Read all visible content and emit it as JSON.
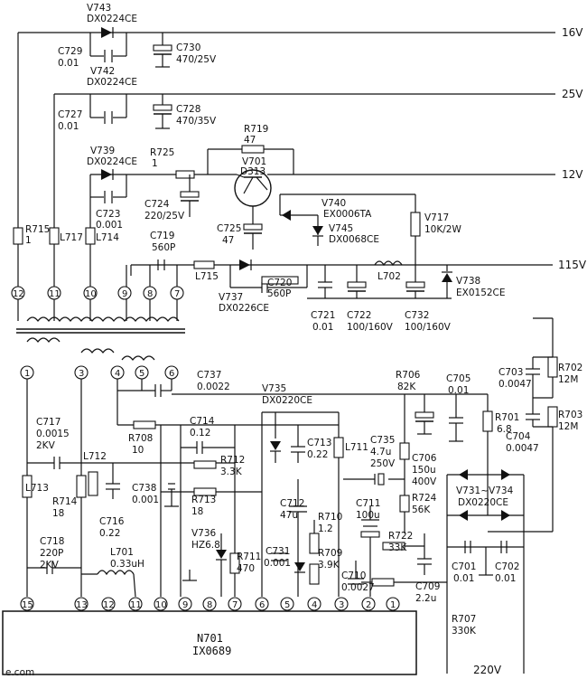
{
  "rails": {
    "v16": "16V",
    "v25": "25V",
    "v12": "12V",
    "v115": "115V",
    "mains": "220V"
  },
  "chip": {
    "ref": "N701",
    "part": "IX0689"
  },
  "transformer_pins": [
    "12",
    "11",
    "10",
    "9",
    "8",
    "7"
  ],
  "primary_pins": [
    "1",
    "3",
    "4",
    "5",
    "6"
  ],
  "ic_pins": [
    "15",
    "13",
    "12",
    "11",
    "10",
    "9",
    "8",
    "7",
    "6",
    "5",
    "4",
    "3",
    "2",
    "1"
  ],
  "labels": {
    "V743": "V743",
    "V743p": "DX0224CE",
    "C729": "C729",
    "C729v": "0.01",
    "C730": "C730",
    "C730v": "470/25V",
    "V742": "V742",
    "V742p": "DX0224CE",
    "C727": "C727",
    "C727v": "0.01",
    "C728": "C728",
    "C728v": "470/35V",
    "R719": "R719",
    "R719v": "47",
    "V701": "V701",
    "V701p": "D313",
    "V739": "V739",
    "V739p": "DX0224CE",
    "R725": "R725",
    "R725v": "1",
    "C724": "C724",
    "C724v": "220/25V",
    "C723": "C723",
    "C723v": "0.001",
    "V740": "V740",
    "V740p": "EX0006TA",
    "V745": "V745",
    "V745p": "DX0068CE",
    "C725": "C725",
    "C725v": "47",
    "V717": "V717",
    "V717v": "10K/2W",
    "R715": "R715",
    "R715v": "1",
    "L717": "L717",
    "L714": "L714",
    "C719": "C719",
    "C719v": "560P",
    "L715": "L715",
    "L702": "L702",
    "C720": "C720",
    "C720v": "560P",
    "V737": "V737",
    "V737p": "DX0226CE",
    "V738": "V738",
    "V738p": "EX0152CE",
    "C721": "C721",
    "C721v": "0.01",
    "C722": "C722",
    "C722v": "100/160V",
    "C732": "C732",
    "C732v": "100/160V",
    "C737": "C737",
    "C737v": "0.0022",
    "R706": "R706",
    "R706v": "82K",
    "C705": "C705",
    "C705v": "0.01",
    "C703": "C703",
    "C703v": "0.0047",
    "R702": "R702",
    "R702v": "12M",
    "R703": "R703",
    "R703v": "12M",
    "C704": "C704",
    "C704v": "0.0047",
    "V735": "V735",
    "V735p": "DX0220CE",
    "C717": "C717",
    "C717v1": "0.0015",
    "C717v2": "2KV",
    "R708": "R708",
    "R708v": "10",
    "C714": "C714",
    "C714v": "0.12",
    "C713": "C713",
    "C713v": "0.22",
    "L711": "L711",
    "C735": "C735",
    "C735v1": "4.7u",
    "C735v2": "250V",
    "C706": "C706",
    "C706v1": "150u",
    "C706v2": "400V",
    "R701": "R701",
    "R701v": "6.8",
    "L712": "L712",
    "L713": "L713",
    "R712": "R712",
    "R712v": "3.3K",
    "R714": "R714",
    "R714v": "18",
    "C738": "C738",
    "C738v": "0.001",
    "R713": "R713",
    "R713v": "18",
    "C716": "C716",
    "C716v": "0.22",
    "V731": "V731~V734",
    "V731p": "DX0220CE",
    "R724": "R724",
    "R724v": "56K",
    "C712": "C712",
    "C712v": "47u",
    "C711": "C711",
    "C711v": "100u",
    "R710": "R710",
    "R710v": "1.2",
    "R722": "R722",
    "R722v": "33K",
    "C718": "C718",
    "C718v1": "220P",
    "C718v2": "2KV",
    "L701": "L701",
    "L701v": "0.33uH",
    "V736": "V736",
    "V736p": "HZ6.8",
    "R711": "R711",
    "R711v": "470",
    "C731": "C731",
    "C731v": "0.001",
    "R709": "R709",
    "R709v": "3.9K",
    "C710": "C710",
    "C710v": "0.0027",
    "C709": "C709",
    "C709v": "2.2u",
    "C701": "C701",
    "C701v": "0.01",
    "C702": "C702",
    "C702v": "0.01",
    "R707": "R707",
    "R707v": "330K"
  },
  "watermark": "e.com"
}
